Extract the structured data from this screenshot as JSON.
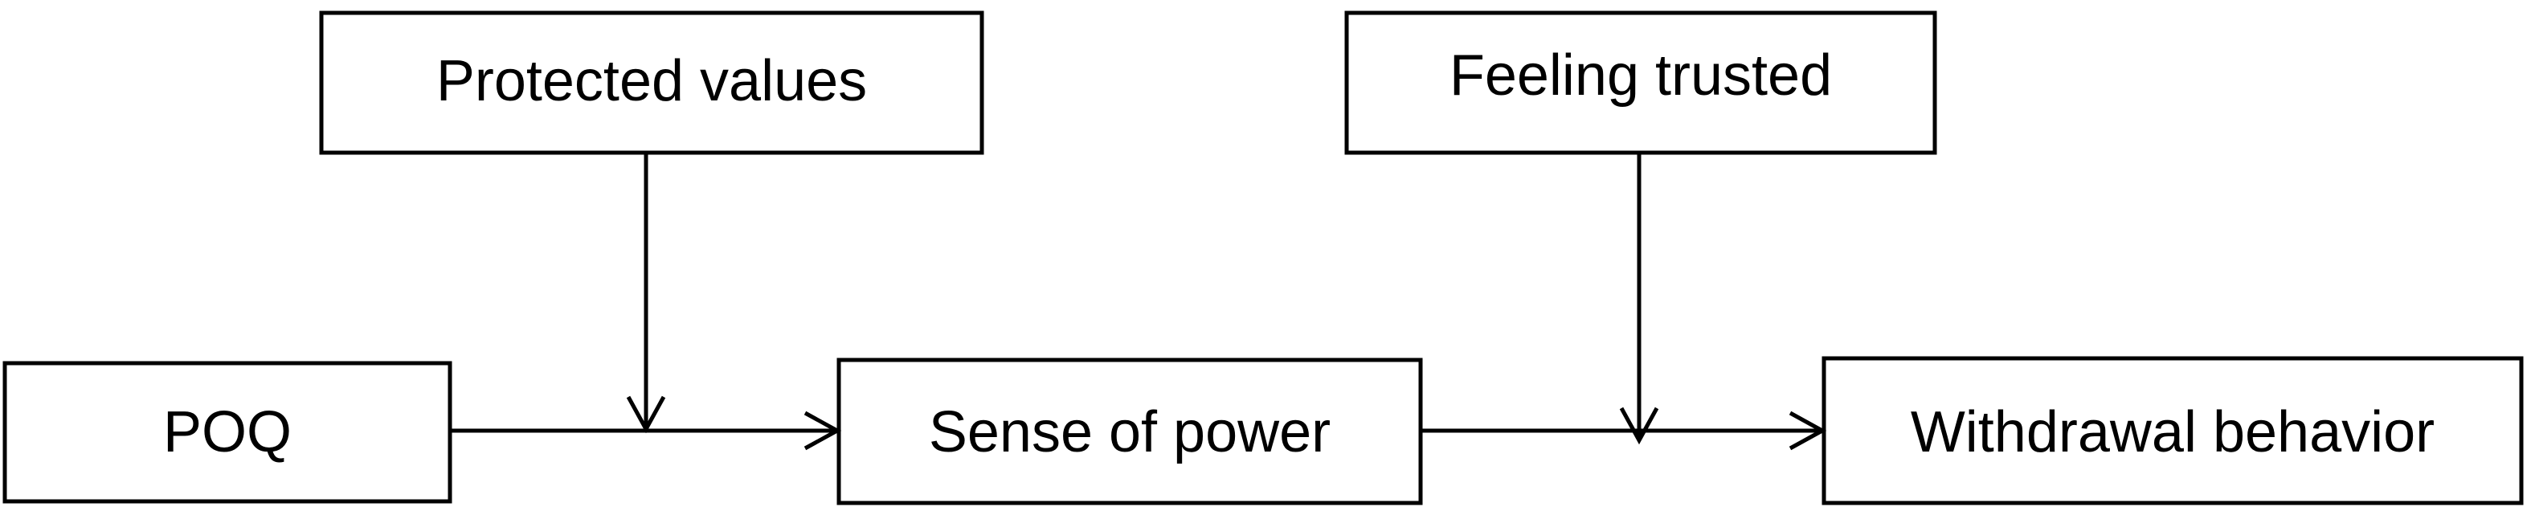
{
  "diagram": {
    "nodes": {
      "poq": "POQ",
      "sense_of_power": "Sense of power",
      "withdrawal_behavior": "Withdrawal behavior",
      "protected_values": "Protected values",
      "feeling_trusted": "Feeling trusted"
    },
    "edges": [
      {
        "from": "POQ",
        "to": "Sense of power"
      },
      {
        "from": "Sense of power",
        "to": "Withdrawal behavior"
      },
      {
        "from": "Protected values",
        "to": "POQ → Sense of power"
      },
      {
        "from": "Feeling trusted",
        "to": "Sense of power → Withdrawal behavior"
      }
    ],
    "colors": {
      "stroke": "#000000",
      "background": "#ffffff"
    }
  }
}
